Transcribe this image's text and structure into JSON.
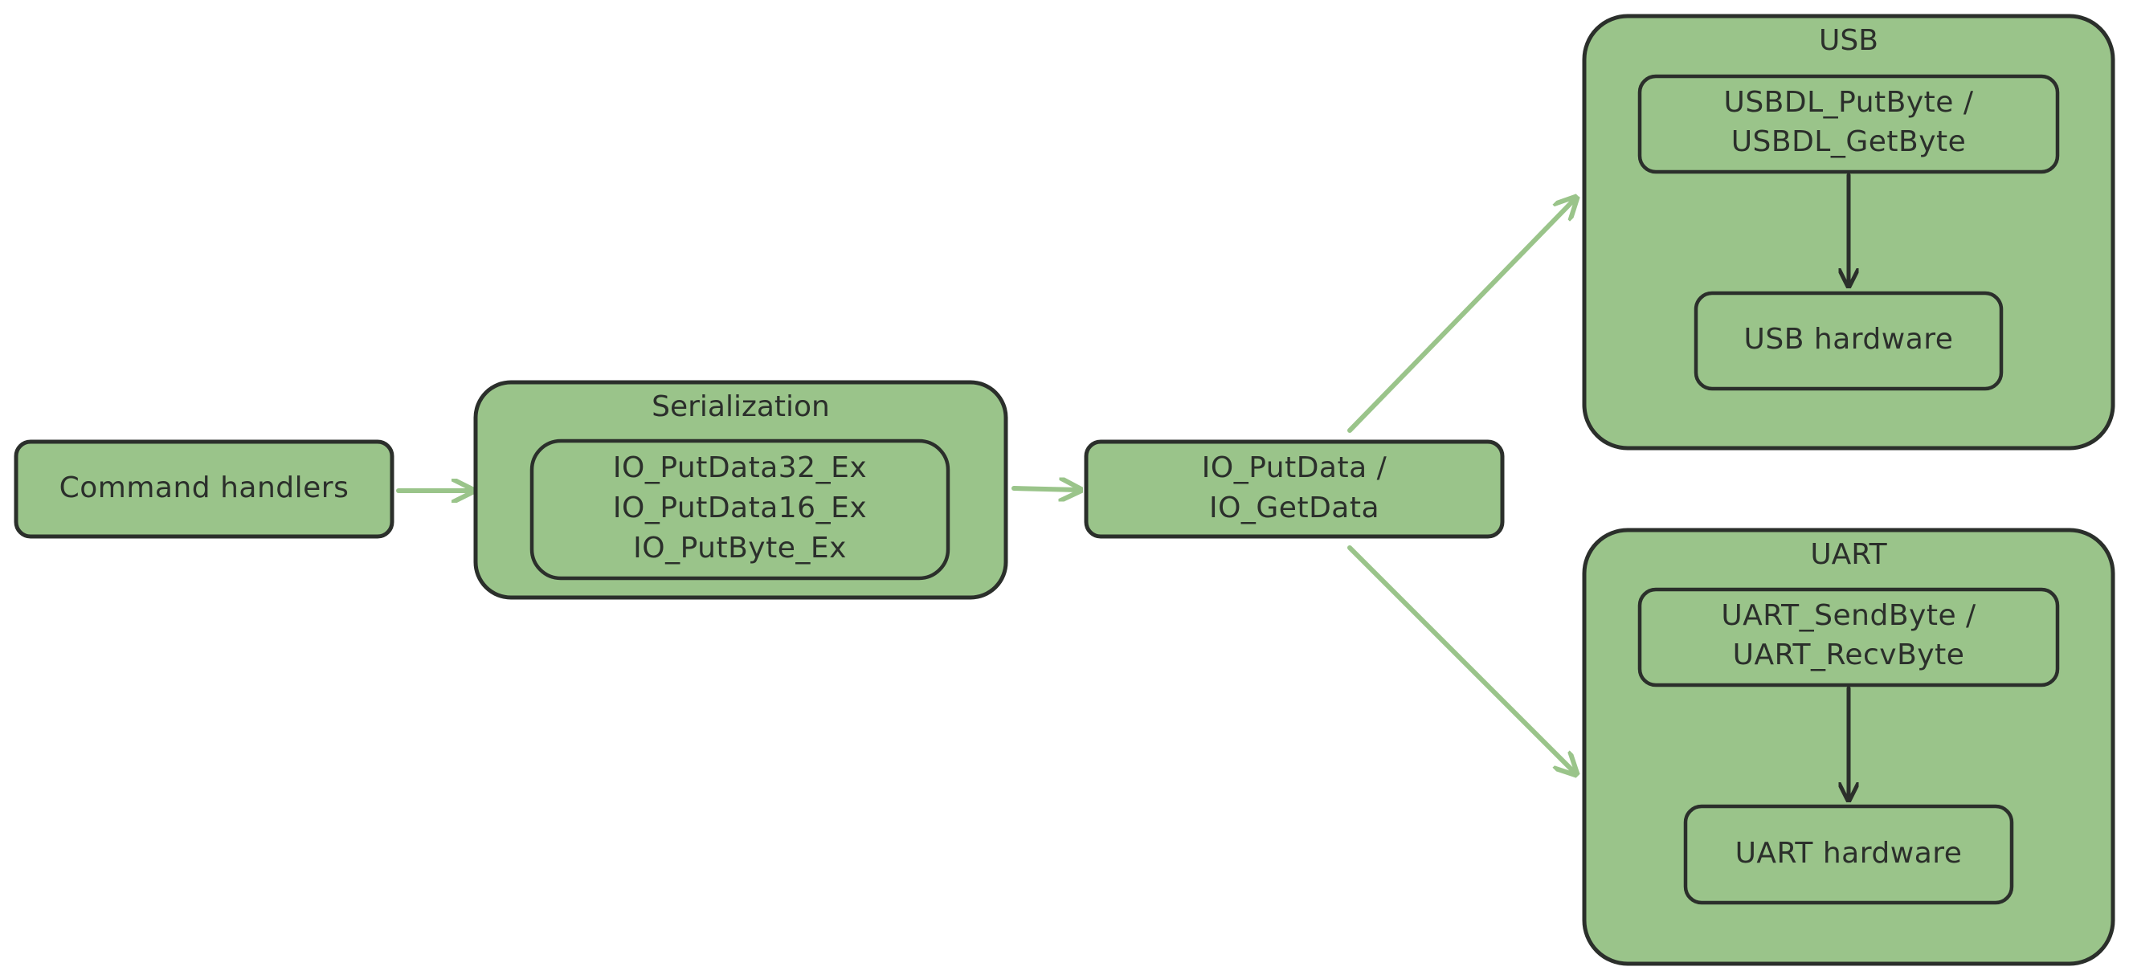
{
  "nodes": {
    "command_handlers": "Command handlers",
    "serialization": {
      "title": "Serialization",
      "lines": [
        "IO_PutData32_Ex",
        "IO_PutData16_Ex",
        "IO_PutByte_Ex"
      ]
    },
    "io_data": {
      "lines": [
        "IO_PutData /",
        "IO_GetData"
      ]
    },
    "usb": {
      "title": "USB",
      "api_lines": [
        "USBDL_PutByte /",
        "USBDL_GetByte"
      ],
      "hardware": "USB hardware"
    },
    "uart": {
      "title": "UART",
      "api_lines": [
        "UART_SendByte /",
        "UART_RecvByte"
      ],
      "hardware": "UART hardware"
    }
  },
  "colors": {
    "box_fill": "#9ac48a",
    "stroke": "#2b2f2b",
    "arrow_green": "#9ac48a",
    "background": "#ffffff"
  }
}
